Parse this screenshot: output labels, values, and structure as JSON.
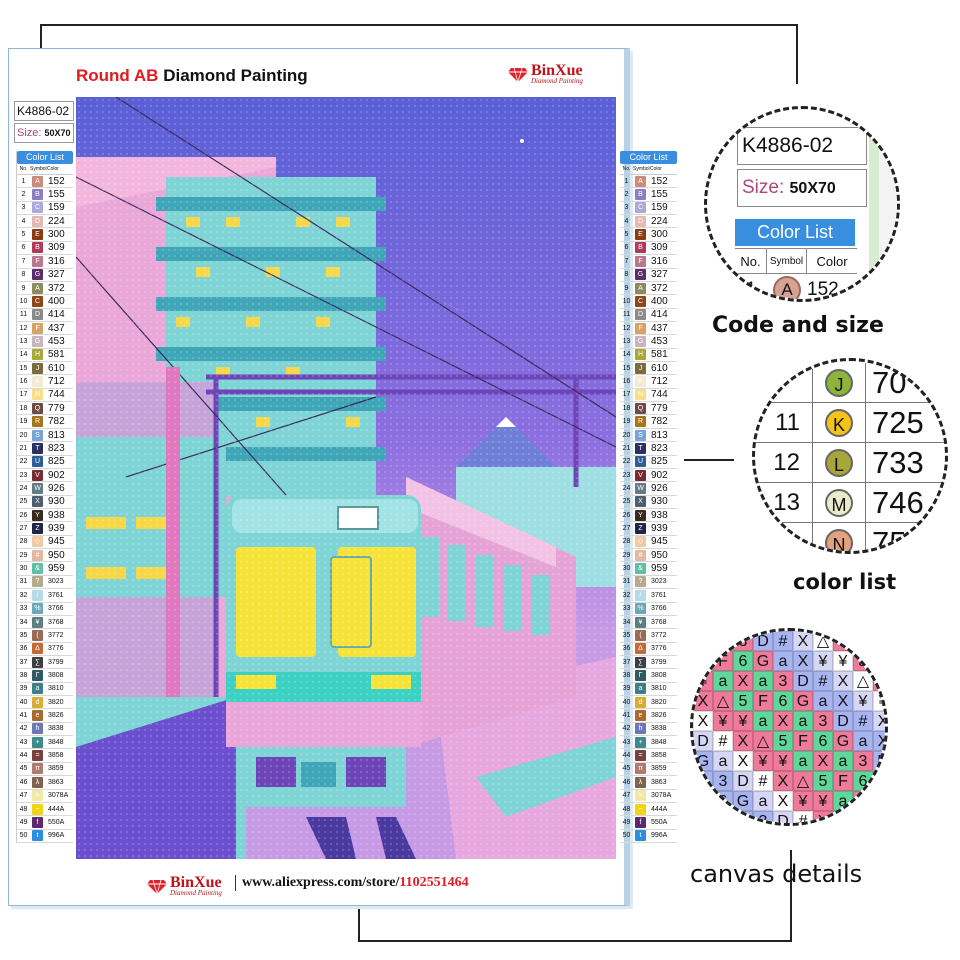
{
  "sheet": {
    "title_prefix": "Round AB",
    "title_rest": " Diamond Painting",
    "brand_name": "BinXue",
    "brand_sub": "Diamond Painting",
    "code": "K4886-02",
    "size_label": "Size:",
    "size_value": "50X70",
    "footer_url": "www.aliexpress.com/store/",
    "footer_store_id": "1102551464"
  },
  "color_list": {
    "header": "Color List",
    "col_no": "No.",
    "col_symbol": "Symbol",
    "col_color": "Color",
    "rows": [
      {
        "no": "1",
        "sym": "A",
        "color": "152",
        "hex": "#c98d7a"
      },
      {
        "no": "2",
        "sym": "B",
        "color": "155",
        "hex": "#8b7fc4"
      },
      {
        "no": "3",
        "sym": "C",
        "color": "159",
        "hex": "#a9a9dc"
      },
      {
        "no": "4",
        "sym": "D",
        "color": "224",
        "hex": "#e4b9b0"
      },
      {
        "no": "5",
        "sym": "E",
        "color": "300",
        "hex": "#8a3b12"
      },
      {
        "no": "6",
        "sym": "B",
        "color": "309",
        "hex": "#b03a58"
      },
      {
        "no": "7",
        "sym": "F",
        "color": "316",
        "hex": "#b9788f"
      },
      {
        "no": "8",
        "sym": "G",
        "color": "327",
        "hex": "#5d2c6a"
      },
      {
        "no": "9",
        "sym": "A",
        "color": "372",
        "hex": "#8d8a5f"
      },
      {
        "no": "10",
        "sym": "C",
        "color": "400",
        "hex": "#8f4616"
      },
      {
        "no": "11",
        "sym": "D",
        "color": "414",
        "hex": "#8a8a8a"
      },
      {
        "no": "12",
        "sym": "F",
        "color": "437",
        "hex": "#d8a266"
      },
      {
        "no": "13",
        "sym": "G",
        "color": "453",
        "hex": "#cbb4bd"
      },
      {
        "no": "14",
        "sym": "H",
        "color": "581",
        "hex": "#a5a936"
      },
      {
        "no": "15",
        "sym": "J",
        "color": "610",
        "hex": "#7b6a3b"
      },
      {
        "no": "16",
        "sym": "K",
        "color": "712",
        "hex": "#f3ebd0"
      },
      {
        "no": "17",
        "sym": "N",
        "color": "744",
        "hex": "#f7de87"
      },
      {
        "no": "18",
        "sym": "Q",
        "color": "779",
        "hex": "#6e4a45"
      },
      {
        "no": "19",
        "sym": "R",
        "color": "782",
        "hex": "#a7741b"
      },
      {
        "no": "20",
        "sym": "S",
        "color": "813",
        "hex": "#76a5d6"
      },
      {
        "no": "21",
        "sym": "T",
        "color": "823",
        "hex": "#2b2f62"
      },
      {
        "no": "22",
        "sym": "U",
        "color": "825",
        "hex": "#2f5e96"
      },
      {
        "no": "23",
        "sym": "V",
        "color": "902",
        "hex": "#7a2a33"
      },
      {
        "no": "24",
        "sym": "W",
        "color": "926",
        "hex": "#5f7b86"
      },
      {
        "no": "25",
        "sym": "X",
        "color": "930",
        "hex": "#4c5f70"
      },
      {
        "no": "26",
        "sym": "Y",
        "color": "938",
        "hex": "#3b2a1e"
      },
      {
        "no": "27",
        "sym": "Z",
        "color": "939",
        "hex": "#1f2544"
      },
      {
        "no": "28",
        "sym": "◇",
        "color": "945",
        "hex": "#f0c9a5"
      },
      {
        "no": "29",
        "sym": "#",
        "color": "950",
        "hex": "#e3b8a0"
      },
      {
        "no": "30",
        "sym": "&",
        "color": "959",
        "hex": "#5fbfa8"
      },
      {
        "no": "31",
        "sym": "?",
        "color": "3023",
        "hex": "#b5a98f"
      },
      {
        "no": "32",
        "sym": "/",
        "color": "3761",
        "hex": "#b4dbe8"
      },
      {
        "no": "33",
        "sym": "%",
        "color": "3766",
        "hex": "#6aa8b8"
      },
      {
        "no": "34",
        "sym": "¥",
        "color": "3768",
        "hex": "#5d7f82"
      },
      {
        "no": "35",
        "sym": "(",
        "color": "3772",
        "hex": "#9b6a55"
      },
      {
        "no": "36",
        "sym": "Δ",
        "color": "3776",
        "hex": "#c46a37"
      },
      {
        "no": "37",
        "sym": "∑",
        "color": "3799",
        "hex": "#3d3f44"
      },
      {
        "no": "38",
        "sym": "Γ",
        "color": "3808",
        "hex": "#2f5a62"
      },
      {
        "no": "39",
        "sym": "a",
        "color": "3810",
        "hex": "#3c7f8a"
      },
      {
        "no": "40",
        "sym": "d",
        "color": "3820",
        "hex": "#d9ac32"
      },
      {
        "no": "41",
        "sym": "e",
        "color": "3826",
        "hex": "#a86a2d"
      },
      {
        "no": "42",
        "sym": "h",
        "color": "3838",
        "hex": "#6b78b7"
      },
      {
        "no": "43",
        "sym": "+",
        "color": "3848",
        "hex": "#3d8a8a"
      },
      {
        "no": "44",
        "sym": "=",
        "color": "3858",
        "hex": "#7a3f3f"
      },
      {
        "no": "45",
        "sym": "π",
        "color": "3859",
        "hex": "#b07b6e"
      },
      {
        "no": "46",
        "sym": "λ",
        "color": "3863",
        "hex": "#80634c"
      },
      {
        "no": "47",
        "sym": ">",
        "color": "3078A",
        "hex": "#f2e9a6"
      },
      {
        "no": "48",
        "sym": "~",
        "color": "444A",
        "hex": "#f1d416"
      },
      {
        "no": "49",
        "sym": "f",
        "color": "550A",
        "hex": "#5b2a6e"
      },
      {
        "no": "50",
        "sym": "t",
        "color": "996A",
        "hex": "#2a8fe0"
      }
    ]
  },
  "zoom": {
    "code_and_size": {
      "code": "K4886-02",
      "size_label": "Size:",
      "size_value": "50X70",
      "header": "Color List",
      "col_no": "No.",
      "col_symbol": "Symbol",
      "col_color": "Color",
      "row_no": "1",
      "row_sym": "A",
      "row_color": "152",
      "caption": "Code and size"
    },
    "color_list": {
      "rows": [
        {
          "no": "",
          "sym": "J",
          "color": "70",
          "bg": "#8fb43a"
        },
        {
          "no": "11",
          "sym": "K",
          "color": "725",
          "bg": "#f5c21a"
        },
        {
          "no": "12",
          "sym": "L",
          "color": "733",
          "bg": "#a8a63a"
        },
        {
          "no": "13",
          "sym": "M",
          "color": "746",
          "bg": "#e9ecc8"
        },
        {
          "no": "",
          "sym": "N",
          "color": "75",
          "bg": "#e2a27d"
        }
      ],
      "caption": "color list"
    },
    "canvas_details": {
      "caption": "canvas details"
    }
  }
}
